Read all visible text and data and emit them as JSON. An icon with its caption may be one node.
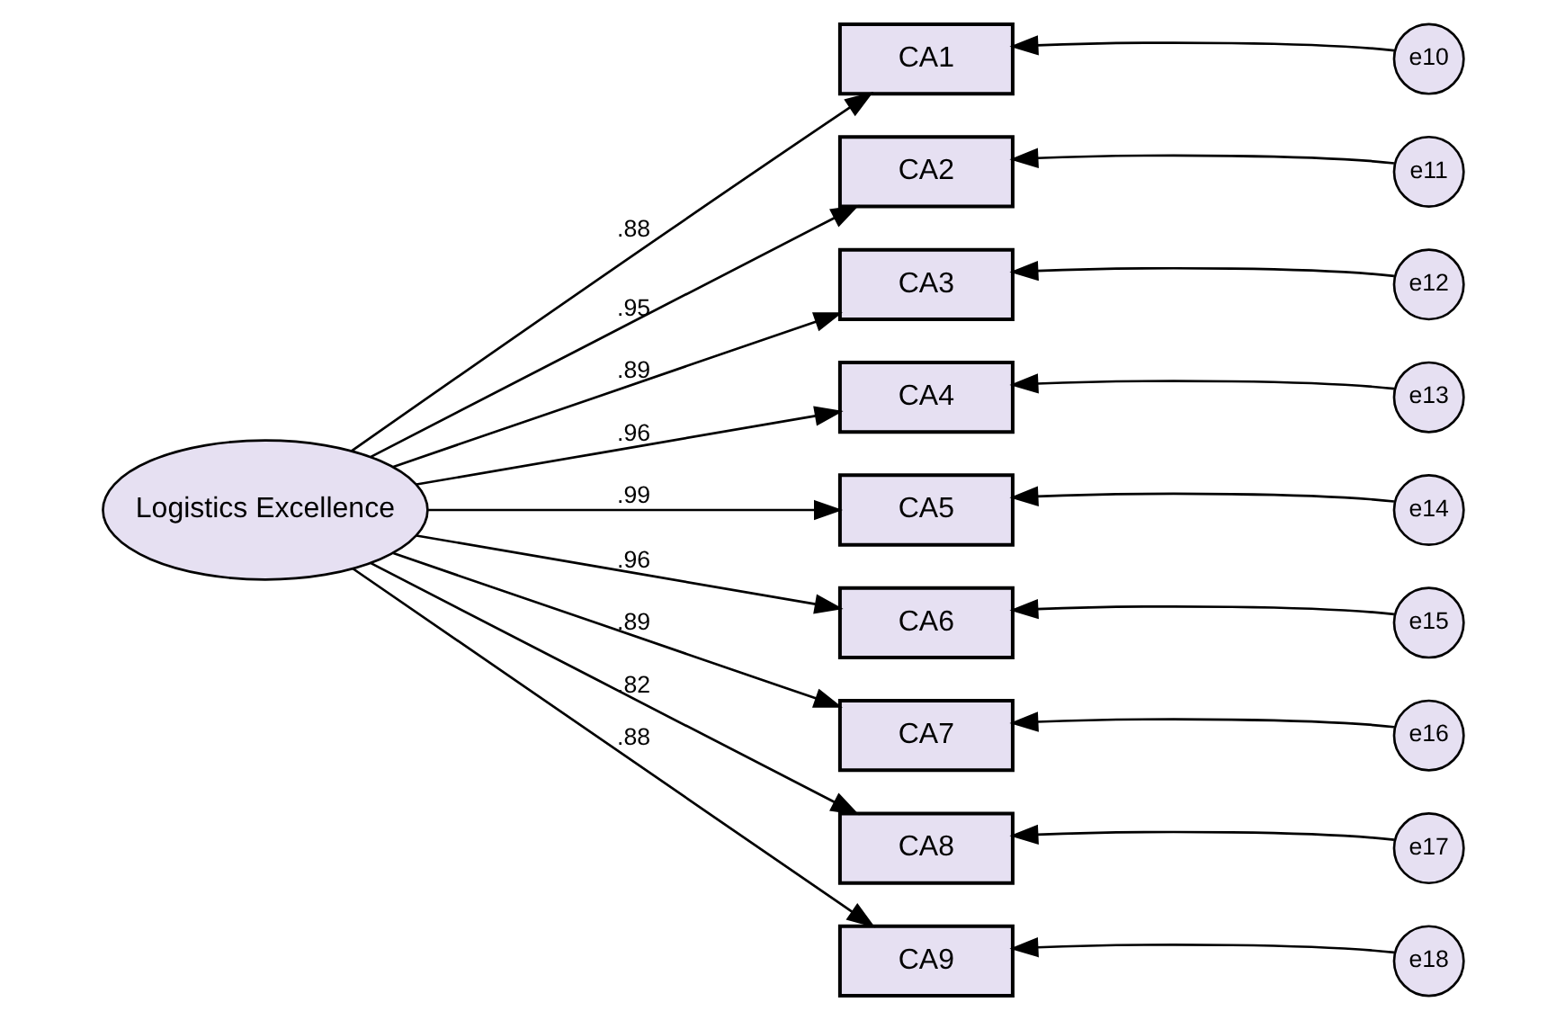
{
  "diagram": {
    "nodes": [
      {
        "text": [
          "Logistics Excellence"
        ]
      },
      {
        "text": [
          "CA1"
        ]
      },
      {
        "text": [
          "CA2"
        ]
      },
      {
        "text": [
          "CA3"
        ]
      },
      {
        "text": [
          "CA4"
        ]
      },
      {
        "text": [
          "CA5"
        ]
      },
      {
        "text": [
          "CA6"
        ]
      },
      {
        "text": [
          "CA7"
        ]
      },
      {
        "text": [
          "CA8"
        ]
      },
      {
        "text": [
          "CA9"
        ]
      },
      {
        "text": [
          "e10"
        ]
      },
      {
        "text": [
          "e11"
        ]
      },
      {
        "text": [
          "e12"
        ]
      },
      {
        "text": [
          "e13"
        ]
      },
      {
        "text": [
          "e14"
        ]
      },
      {
        "text": [
          "e15"
        ]
      },
      {
        "text": [
          "e16"
        ]
      },
      {
        "text": [
          "e17"
        ]
      },
      {
        "text": [
          "e18"
        ]
      }
    ],
    "edges": [
      {
        "from": 0,
        "to": 1,
        "arrow": "to",
        "label": ".88"
      },
      {
        "from": 0,
        "to": 2,
        "arrow": "to",
        "label": ".95"
      },
      {
        "from": 0,
        "to": 3,
        "arrow": "to",
        "label": ".89"
      },
      {
        "from": 0,
        "to": 4,
        "arrow": "to",
        "label": ".96"
      },
      {
        "from": 0,
        "to": 5,
        "arrow": "to",
        "label": ".99"
      },
      {
        "from": 0,
        "to": 6,
        "arrow": "to",
        "label": ".96"
      },
      {
        "from": 0,
        "to": 7,
        "arrow": "to",
        "label": ".89"
      },
      {
        "from": 0,
        "to": 8,
        "arrow": "to",
        "label": ".82"
      },
      {
        "from": 0,
        "to": 9,
        "arrow": "to",
        "label": ".88"
      },
      {
        "from": 10,
        "to": 1,
        "arrow": "to"
      },
      {
        "from": 11,
        "to": 2,
        "arrow": "to"
      },
      {
        "from": 12,
        "to": 3,
        "arrow": "to"
      },
      {
        "from": 13,
        "to": 4,
        "arrow": "to"
      },
      {
        "from": 14,
        "to": 5,
        "arrow": "to"
      },
      {
        "from": 15,
        "to": 6,
        "arrow": "to"
      },
      {
        "from": 16,
        "to": 7,
        "arrow": "to"
      },
      {
        "from": 17,
        "to": 8,
        "arrow": "to"
      },
      {
        "from": 18,
        "to": 9,
        "arrow": "to"
      }
    ]
  }
}
